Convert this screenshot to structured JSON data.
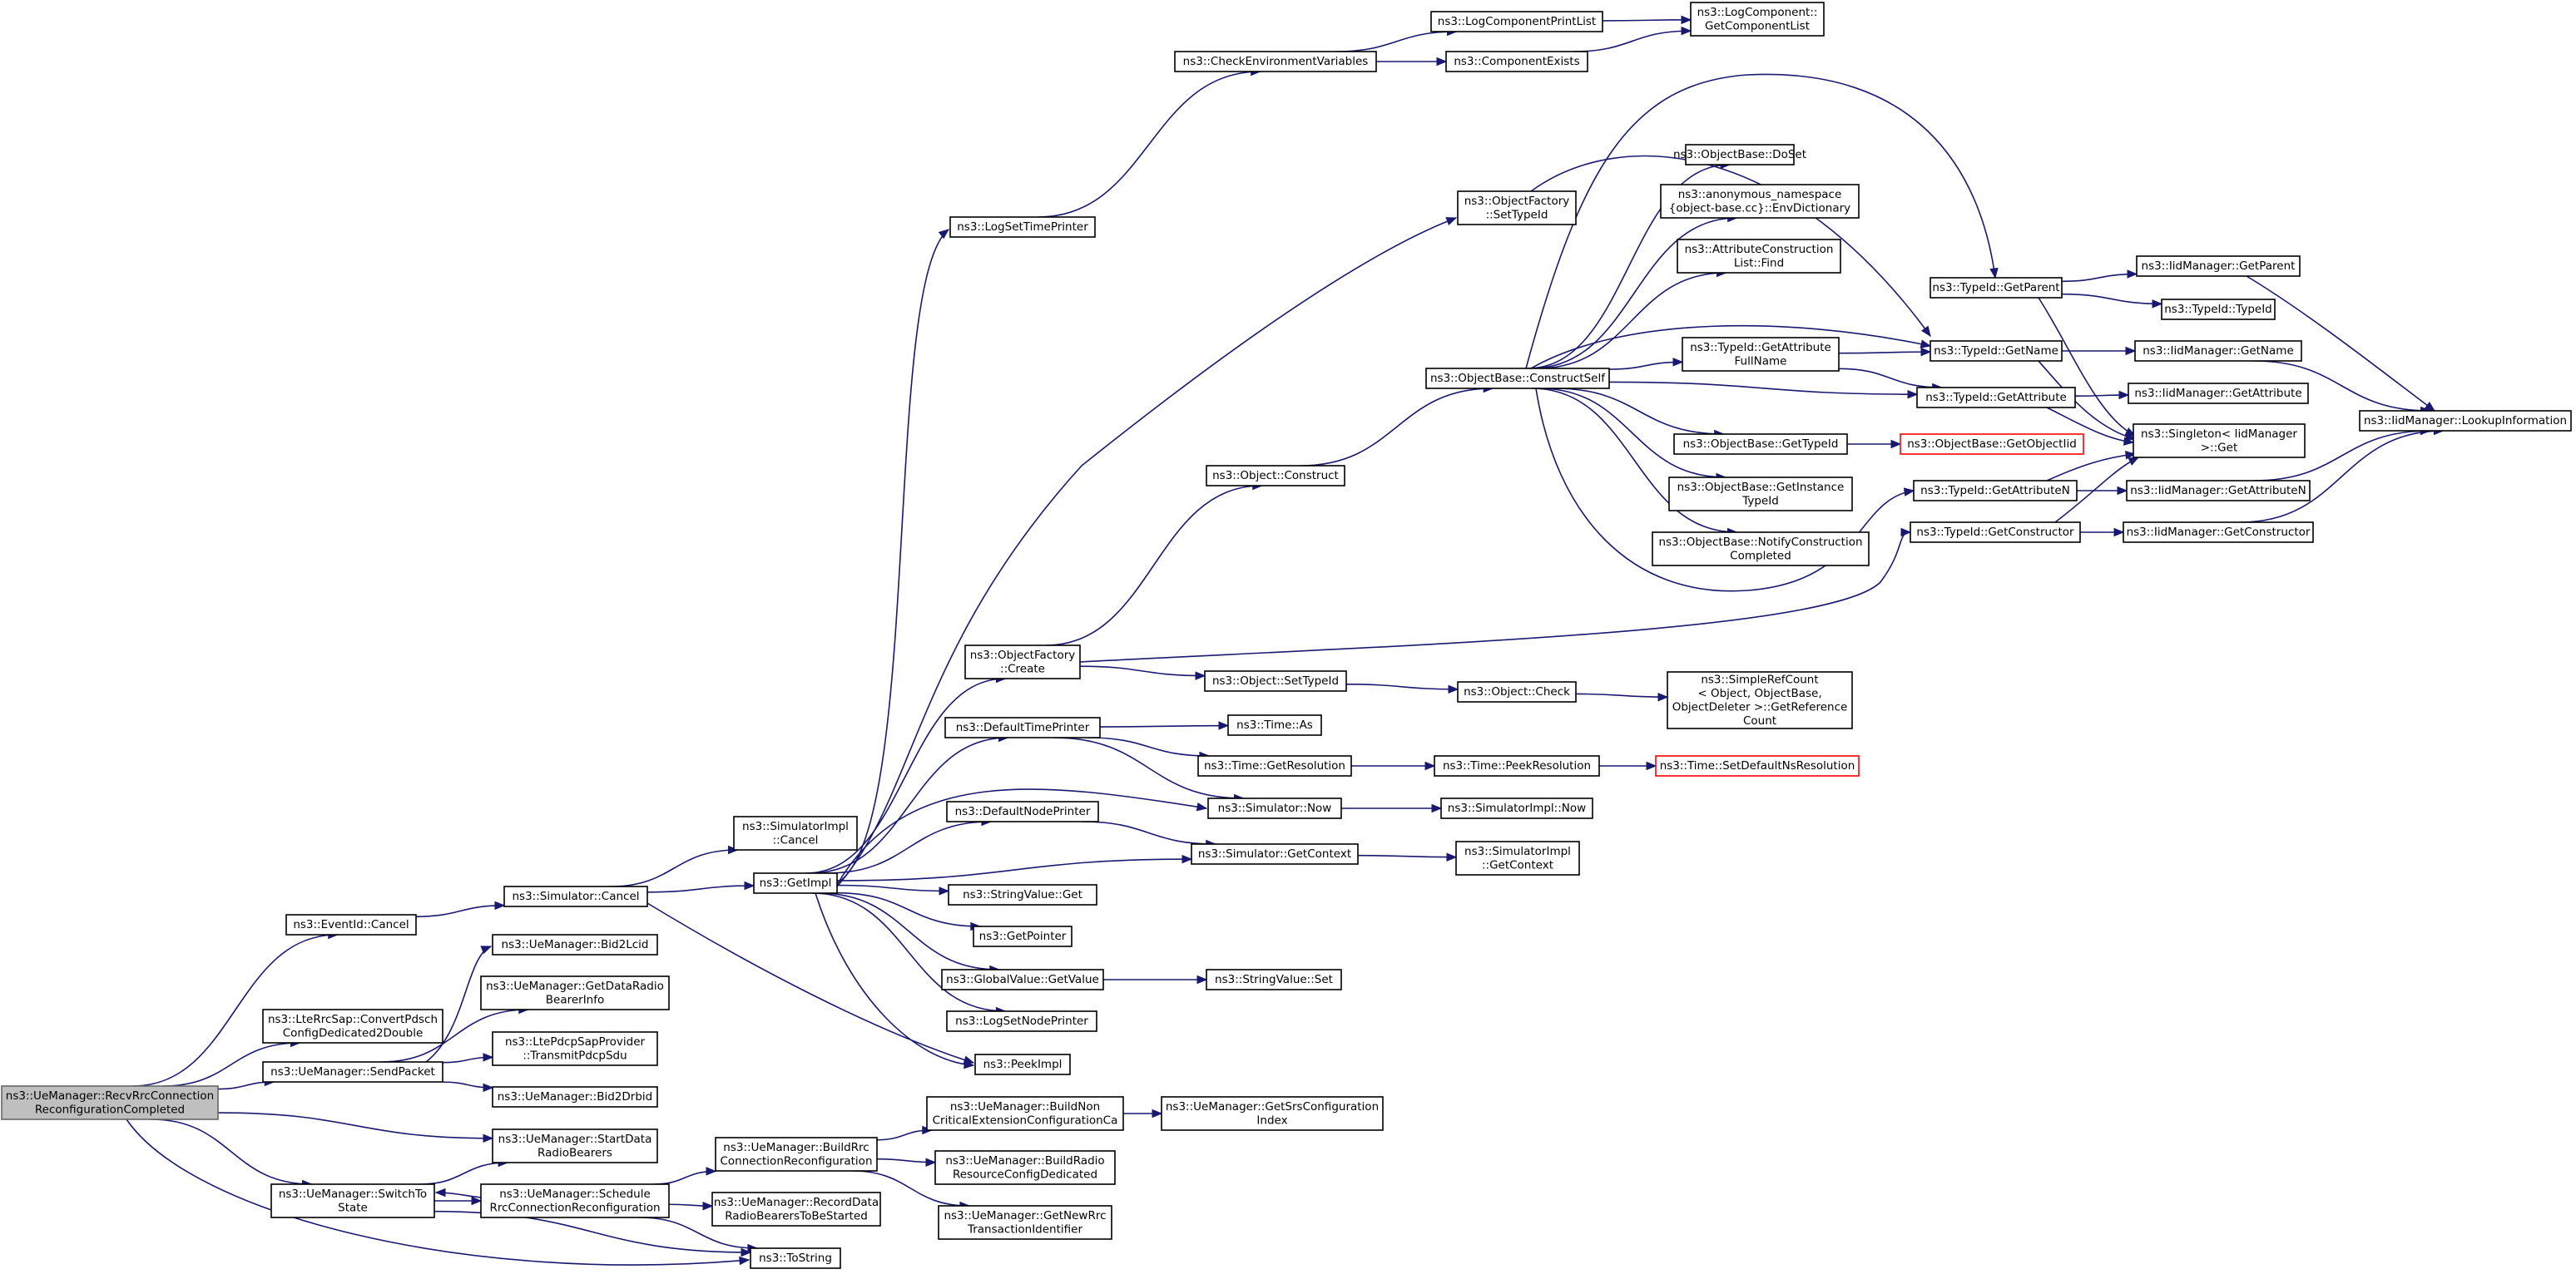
{
  "graph": {
    "colors": {
      "edge": "#191970",
      "root_fill": "#bfbfbf",
      "node_stroke": "#000000",
      "missing_stroke": "#ff0000"
    },
    "nodes": [
      {
        "id": "root",
        "lines": [
          "ns3::UeManager::RecvRrcConnection",
          "ReconfigurationCompleted"
        ],
        "kind": "root"
      },
      {
        "id": "eventid_cancel",
        "lines": [
          "ns3::EventId::Cancel"
        ]
      },
      {
        "id": "lte_convert",
        "lines": [
          "ns3::LteRrcSap::ConvertPdsch",
          "ConfigDedicated2Double"
        ]
      },
      {
        "id": "send_packet",
        "lines": [
          "ns3::UeManager::SendPacket"
        ]
      },
      {
        "id": "start_data",
        "lines": [
          "ns3::UeManager::StartData",
          "RadioBearers"
        ]
      },
      {
        "id": "switch_to_state",
        "lines": [
          "ns3::UeManager::SwitchTo",
          "State"
        ]
      },
      {
        "id": "to_string",
        "lines": [
          "ns3::ToString"
        ]
      },
      {
        "id": "bid2lcid",
        "lines": [
          "ns3::UeManager::Bid2Lcid"
        ]
      },
      {
        "id": "get_data_radio",
        "lines": [
          "ns3::UeManager::GetDataRadio",
          "BearerInfo"
        ]
      },
      {
        "id": "transmit_pdcp",
        "lines": [
          "ns3::LtePdcpSapProvider",
          "::TransmitPdcpSdu"
        ]
      },
      {
        "id": "bid2drbid",
        "lines": [
          "ns3::UeManager::Bid2Drbid"
        ]
      },
      {
        "id": "schedule_rrc",
        "lines": [
          "ns3::UeManager::Schedule",
          "RrcConnectionReconfiguration"
        ]
      },
      {
        "id": "build_rrc",
        "lines": [
          "ns3::UeManager::BuildRrc",
          "ConnectionReconfiguration"
        ]
      },
      {
        "id": "record_data",
        "lines": [
          "ns3::UeManager::RecordData",
          "RadioBearersToBeStarted"
        ]
      },
      {
        "id": "build_non_critical",
        "lines": [
          "ns3::UeManager::BuildNon",
          "CriticalExtensionConfigurationCa"
        ]
      },
      {
        "id": "build_radio_res",
        "lines": [
          "ns3::UeManager::BuildRadio",
          "ResourceConfigDedicated"
        ]
      },
      {
        "id": "get_new_rrc",
        "lines": [
          "ns3::UeManager::GetNewRrc",
          "TransactionIdentifier"
        ]
      },
      {
        "id": "get_srs",
        "lines": [
          "ns3::UeManager::GetSrsConfiguration",
          "Index"
        ]
      },
      {
        "id": "sim_cancel",
        "lines": [
          "ns3::Simulator::Cancel"
        ]
      },
      {
        "id": "simimpl_cancel",
        "lines": [
          "ns3::SimulatorImpl",
          "::Cancel"
        ]
      },
      {
        "id": "get_impl",
        "lines": [
          "ns3::GetImpl"
        ]
      },
      {
        "id": "peek_impl",
        "lines": [
          "ns3::PeekImpl"
        ]
      },
      {
        "id": "log_set_time_printer",
        "lines": [
          "ns3::LogSetTimePrinter"
        ]
      },
      {
        "id": "check_env",
        "lines": [
          "ns3::CheckEnvironmentVariables"
        ]
      },
      {
        "id": "log_comp_print",
        "lines": [
          "ns3::LogComponentPrintList"
        ]
      },
      {
        "id": "comp_exists",
        "lines": [
          "ns3::ComponentExists"
        ]
      },
      {
        "id": "log_comp_get",
        "lines": [
          "ns3::LogComponent::",
          "GetComponentList"
        ]
      },
      {
        "id": "object_factory_create",
        "lines": [
          "ns3::ObjectFactory",
          "::Create"
        ]
      },
      {
        "id": "object_construct",
        "lines": [
          "ns3::Object::Construct"
        ]
      },
      {
        "id": "object_set_typeid",
        "lines": [
          "ns3::Object::SetTypeId"
        ]
      },
      {
        "id": "object_check",
        "lines": [
          "ns3::Object::Check"
        ]
      },
      {
        "id": "simple_ref_count",
        "lines": [
          "ns3::SimpleRefCount",
          "< Object, ObjectBase,",
          "ObjectDeleter >::GetReference",
          "Count"
        ]
      },
      {
        "id": "default_time_printer",
        "lines": [
          "ns3::DefaultTimePrinter"
        ]
      },
      {
        "id": "time_as",
        "lines": [
          "ns3::Time::As"
        ]
      },
      {
        "id": "time_get_res",
        "lines": [
          "ns3::Time::GetResolution"
        ]
      },
      {
        "id": "time_peek_res",
        "lines": [
          "ns3::Time::PeekResolution"
        ]
      },
      {
        "id": "time_set_default",
        "lines": [
          "ns3::Time::SetDefaultNsResolution"
        ],
        "kind": "missing"
      },
      {
        "id": "sim_now",
        "lines": [
          "ns3::Simulator::Now"
        ]
      },
      {
        "id": "simimpl_now",
        "lines": [
          "ns3::SimulatorImpl::Now"
        ]
      },
      {
        "id": "default_node_printer",
        "lines": [
          "ns3::DefaultNodePrinter"
        ]
      },
      {
        "id": "sim_get_context",
        "lines": [
          "ns3::Simulator::GetContext"
        ]
      },
      {
        "id": "simimpl_get_context",
        "lines": [
          "ns3::SimulatorImpl",
          "::GetContext"
        ]
      },
      {
        "id": "string_value_get",
        "lines": [
          "ns3::StringValue::Get"
        ]
      },
      {
        "id": "get_pointer",
        "lines": [
          "ns3::GetPointer"
        ]
      },
      {
        "id": "global_value_get",
        "lines": [
          "ns3::GlobalValue::GetValue"
        ]
      },
      {
        "id": "string_value_set",
        "lines": [
          "ns3::StringValue::Set"
        ]
      },
      {
        "id": "log_set_node_printer",
        "lines": [
          "ns3::LogSetNodePrinter"
        ]
      },
      {
        "id": "object_factory_set_typeid",
        "lines": [
          "ns3::ObjectFactory",
          "::SetTypeId"
        ]
      },
      {
        "id": "obj_base_construct_self",
        "lines": [
          "ns3::ObjectBase::ConstructSelf"
        ]
      },
      {
        "id": "obj_base_doset",
        "lines": [
          "ns3::ObjectBase::DoSet"
        ]
      },
      {
        "id": "env_dictionary",
        "lines": [
          "ns3::anonymous_namespace",
          "{object-base.cc}::EnvDictionary"
        ]
      },
      {
        "id": "attr_construction_find",
        "lines": [
          "ns3::AttributeConstruction",
          "List::Find"
        ]
      },
      {
        "id": "typeid_get_attr_fullname",
        "lines": [
          "ns3::TypeId::GetAttribute",
          "FullName"
        ]
      },
      {
        "id": "obj_base_get_typeid",
        "lines": [
          "ns3::ObjectBase::GetTypeId"
        ]
      },
      {
        "id": "obj_base_get_objectiid",
        "lines": [
          "ns3::ObjectBase::GetObjectIid"
        ],
        "kind": "missing"
      },
      {
        "id": "obj_base_get_instance",
        "lines": [
          "ns3::ObjectBase::GetInstance",
          "TypeId"
        ]
      },
      {
        "id": "obj_base_notify",
        "lines": [
          "ns3::ObjectBase::NotifyConstruction",
          "Completed"
        ]
      },
      {
        "id": "typeid_get_parent",
        "lines": [
          "ns3::TypeId::GetParent"
        ]
      },
      {
        "id": "typeid_get_name",
        "lines": [
          "ns3::TypeId::GetName"
        ]
      },
      {
        "id": "typeid_get_attribute",
        "lines": [
          "ns3::TypeId::GetAttribute"
        ]
      },
      {
        "id": "typeid_get_attribute_n",
        "lines": [
          "ns3::TypeId::GetAttributeN"
        ]
      },
      {
        "id": "typeid_get_constructor",
        "lines": [
          "ns3::TypeId::GetConstructor"
        ]
      },
      {
        "id": "iid_get_parent",
        "lines": [
          "ns3::IidManager::GetParent"
        ]
      },
      {
        "id": "typeid_typeid",
        "lines": [
          "ns3::TypeId::TypeId"
        ]
      },
      {
        "id": "iid_get_name",
        "lines": [
          "ns3::IidManager::GetName"
        ]
      },
      {
        "id": "iid_get_attribute",
        "lines": [
          "ns3::IidManager::GetAttribute"
        ]
      },
      {
        "id": "singleton_get",
        "lines": [
          "ns3::Singleton< IidManager",
          ">::Get"
        ]
      },
      {
        "id": "iid_get_attribute_n",
        "lines": [
          "ns3::IidManager::GetAttributeN"
        ]
      },
      {
        "id": "iid_get_constructor",
        "lines": [
          "ns3::IidManager::GetConstructor"
        ]
      },
      {
        "id": "iid_lookup",
        "lines": [
          "ns3::IidManager::LookupInformation"
        ]
      }
    ]
  }
}
